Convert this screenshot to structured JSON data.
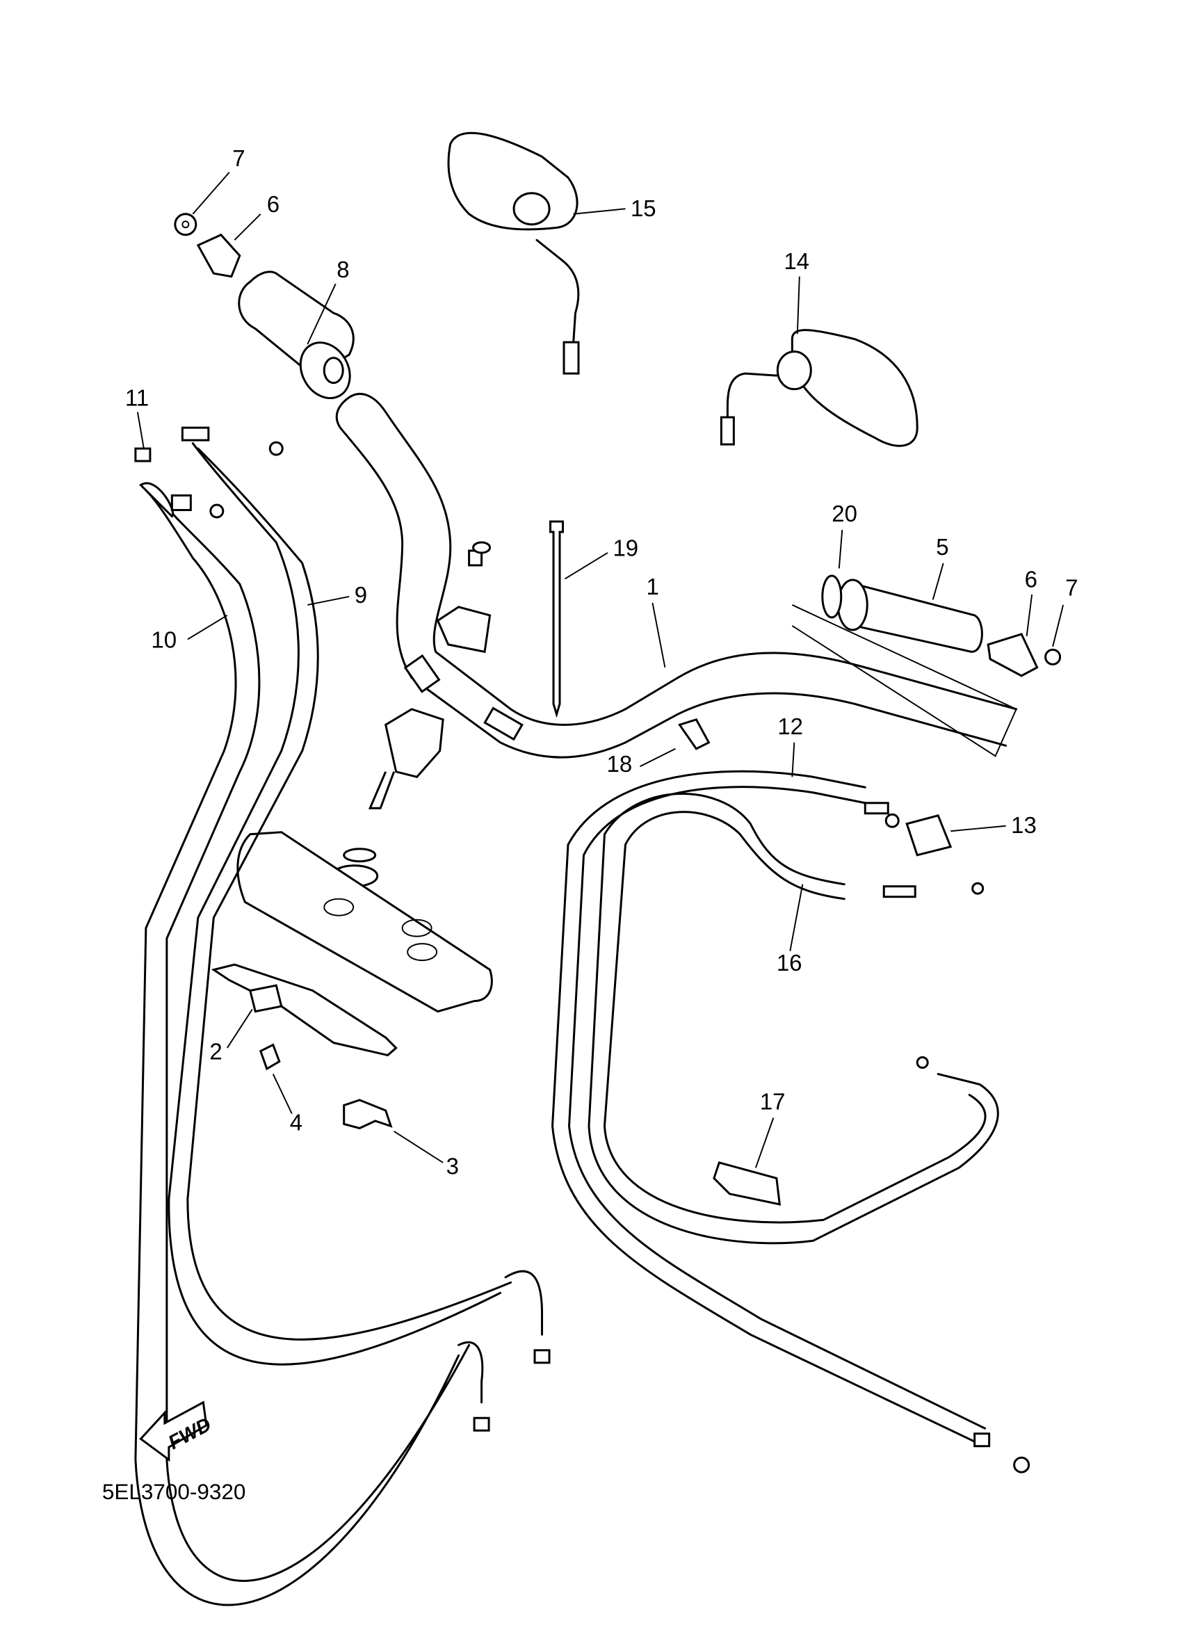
{
  "diagram": {
    "part_code": "5EL3700-9320",
    "fwd_label": "FWD",
    "callouts": [
      "7",
      "6",
      "8",
      "15",
      "14",
      "11",
      "20",
      "5",
      "6",
      "7",
      "19",
      "1",
      "9",
      "10",
      "12",
      "18",
      "13",
      "16",
      "2",
      "4",
      "3",
      "17"
    ]
  }
}
